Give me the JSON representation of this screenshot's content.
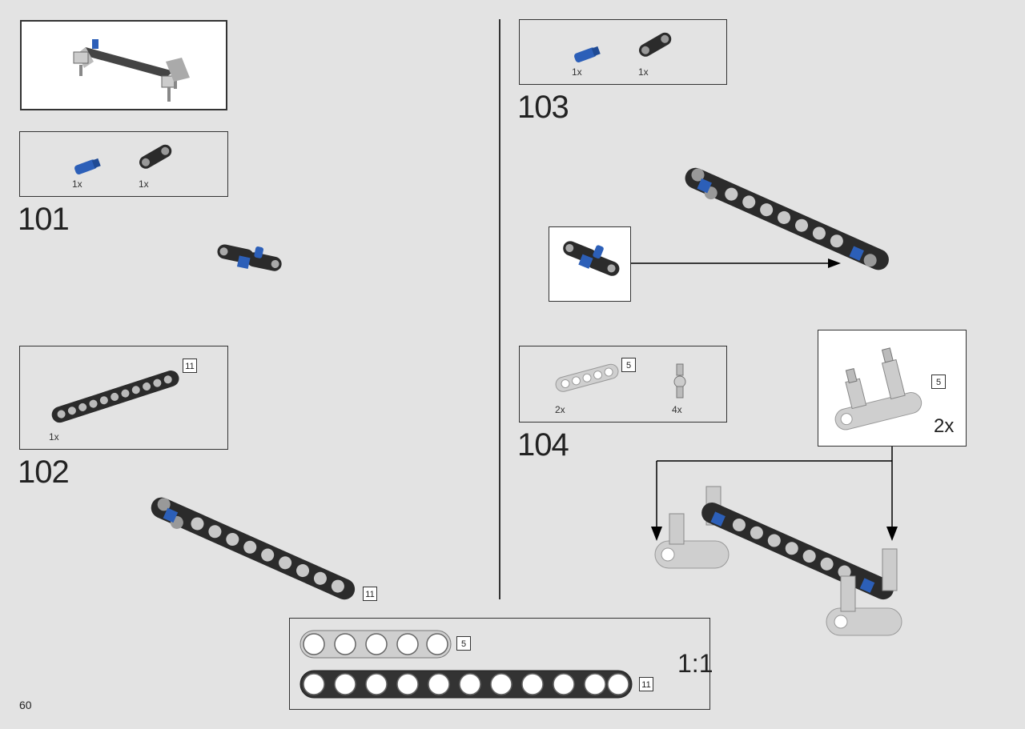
{
  "page_number": "60",
  "steps": [
    {
      "number": "101",
      "parts": [
        {
          "qty": "1x",
          "icon": "blue-axle-pin-icon"
        },
        {
          "qty": "1x",
          "icon": "black-lever-icon"
        }
      ]
    },
    {
      "number": "102",
      "parts": [
        {
          "qty": "1x",
          "icon": "black-beam-11-icon",
          "length": "11"
        }
      ]
    },
    {
      "number": "103",
      "parts": [
        {
          "qty": "1x",
          "icon": "blue-axle-pin-icon"
        },
        {
          "qty": "1x",
          "icon": "black-lever-icon"
        }
      ]
    },
    {
      "number": "104",
      "parts": [
        {
          "qty": "2x",
          "icon": "grey-beam-5-icon",
          "length": "5"
        },
        {
          "qty": "4x",
          "icon": "grey-axle-connector-icon"
        }
      ]
    }
  ],
  "step102_model_length": "11",
  "subassembly": {
    "length": "5",
    "multiplier": "2x"
  },
  "scale_ruler": {
    "label": "1:1",
    "beam5_length": "5",
    "beam11_length": "11"
  },
  "colors": {
    "background": "#e3e3e3",
    "beam_black": "#2b2b2b",
    "beam_grey": "#cfcfcf",
    "pin_blue": "#2c5fb8"
  }
}
